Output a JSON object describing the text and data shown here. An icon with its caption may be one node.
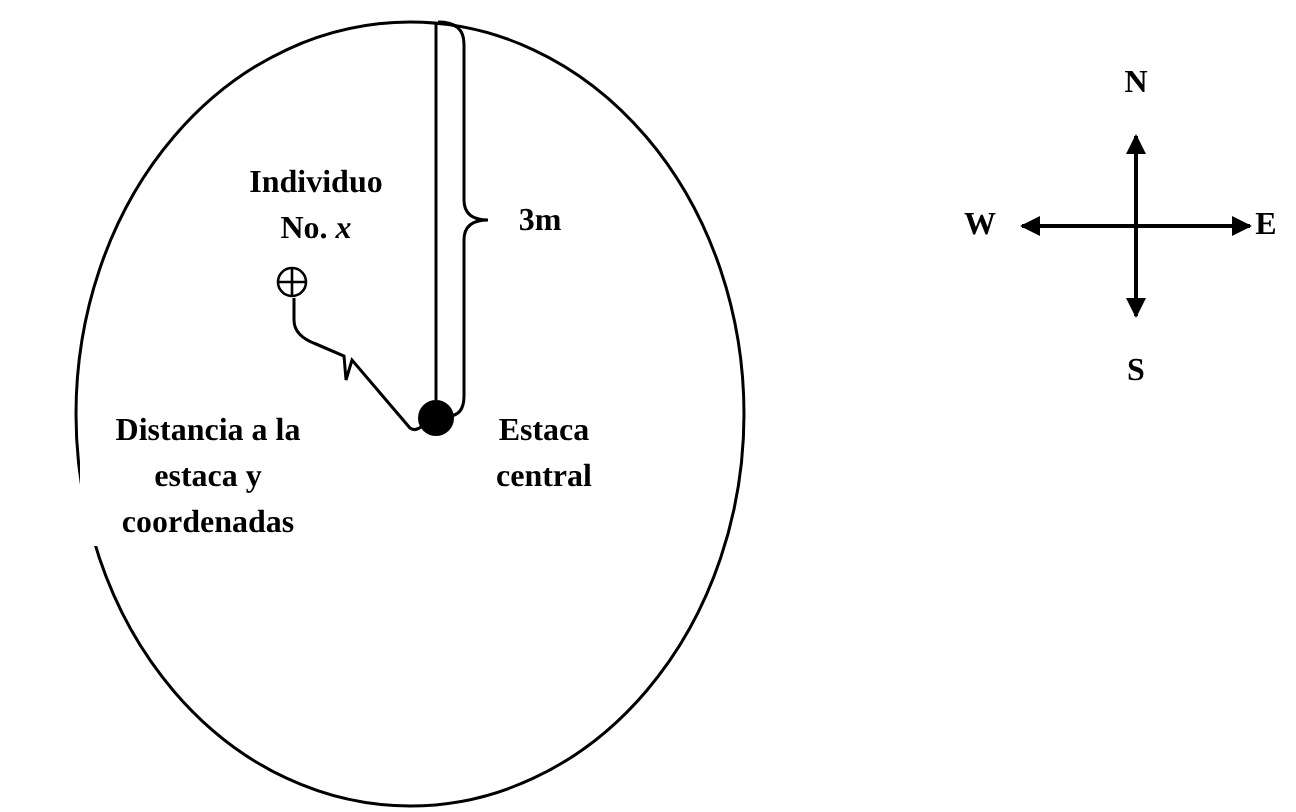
{
  "diagram": {
    "nodes": [
      {
        "text": [],
        "shape": "circle"
      },
      {
        "text": [],
        "shape": "circle",
        "in": 0,
        "beside": [
          "Estaca central"
        ]
      },
      {
        "text": [],
        "shape": "circle",
        "in": 0,
        "beside": [
          "Individuo No. *x*"
        ]
      }
    ],
    "labels": [
      "3m",
      "Distancia a la estaca y coordenadas",
      "N",
      "W",
      "E",
      "S"
    ]
  }
}
